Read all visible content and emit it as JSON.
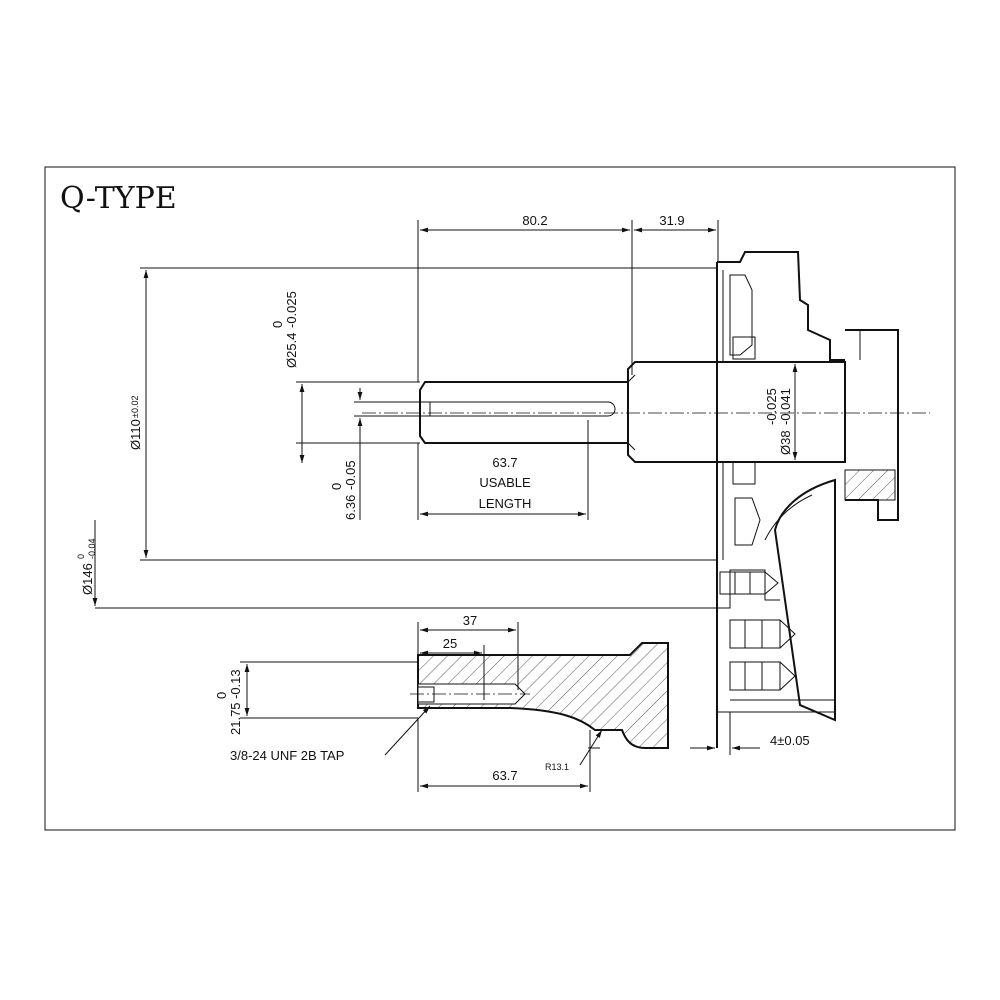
{
  "title": "Q-TYPE",
  "dims": {
    "d_80_2": "80.2",
    "d_31_9": "31.9",
    "d_25_4": "Ø25.4",
    "d_25_4_tol_up": "0",
    "d_25_4_tol_lo": "-0.025",
    "d_110": "Ø110",
    "d_110_tol": "±0.02",
    "d_146": "Ø146",
    "d_146_tol_up": "0",
    "d_146_tol_lo": "-0.04",
    "d_6_36": "6.36",
    "d_6_36_tol_up": "0",
    "d_6_36_tol_lo": "-0.05",
    "d_63_7_top": "63.7",
    "usable": "USABLE",
    "length": "LENGTH",
    "d_38": "Ø38",
    "d_38_tol_up": "-0.025",
    "d_38_tol_lo": "-0.041",
    "d_37": "37",
    "d_25": "25",
    "d_21_75": "21.75",
    "d_21_75_tol_up": "0",
    "d_21_75_tol_lo": "-0.13",
    "tap": "3/8-24 UNF 2B TAP",
    "radius": "R13.1",
    "d_63_7_bottom": "63.7",
    "d_4": "4±0.05"
  }
}
